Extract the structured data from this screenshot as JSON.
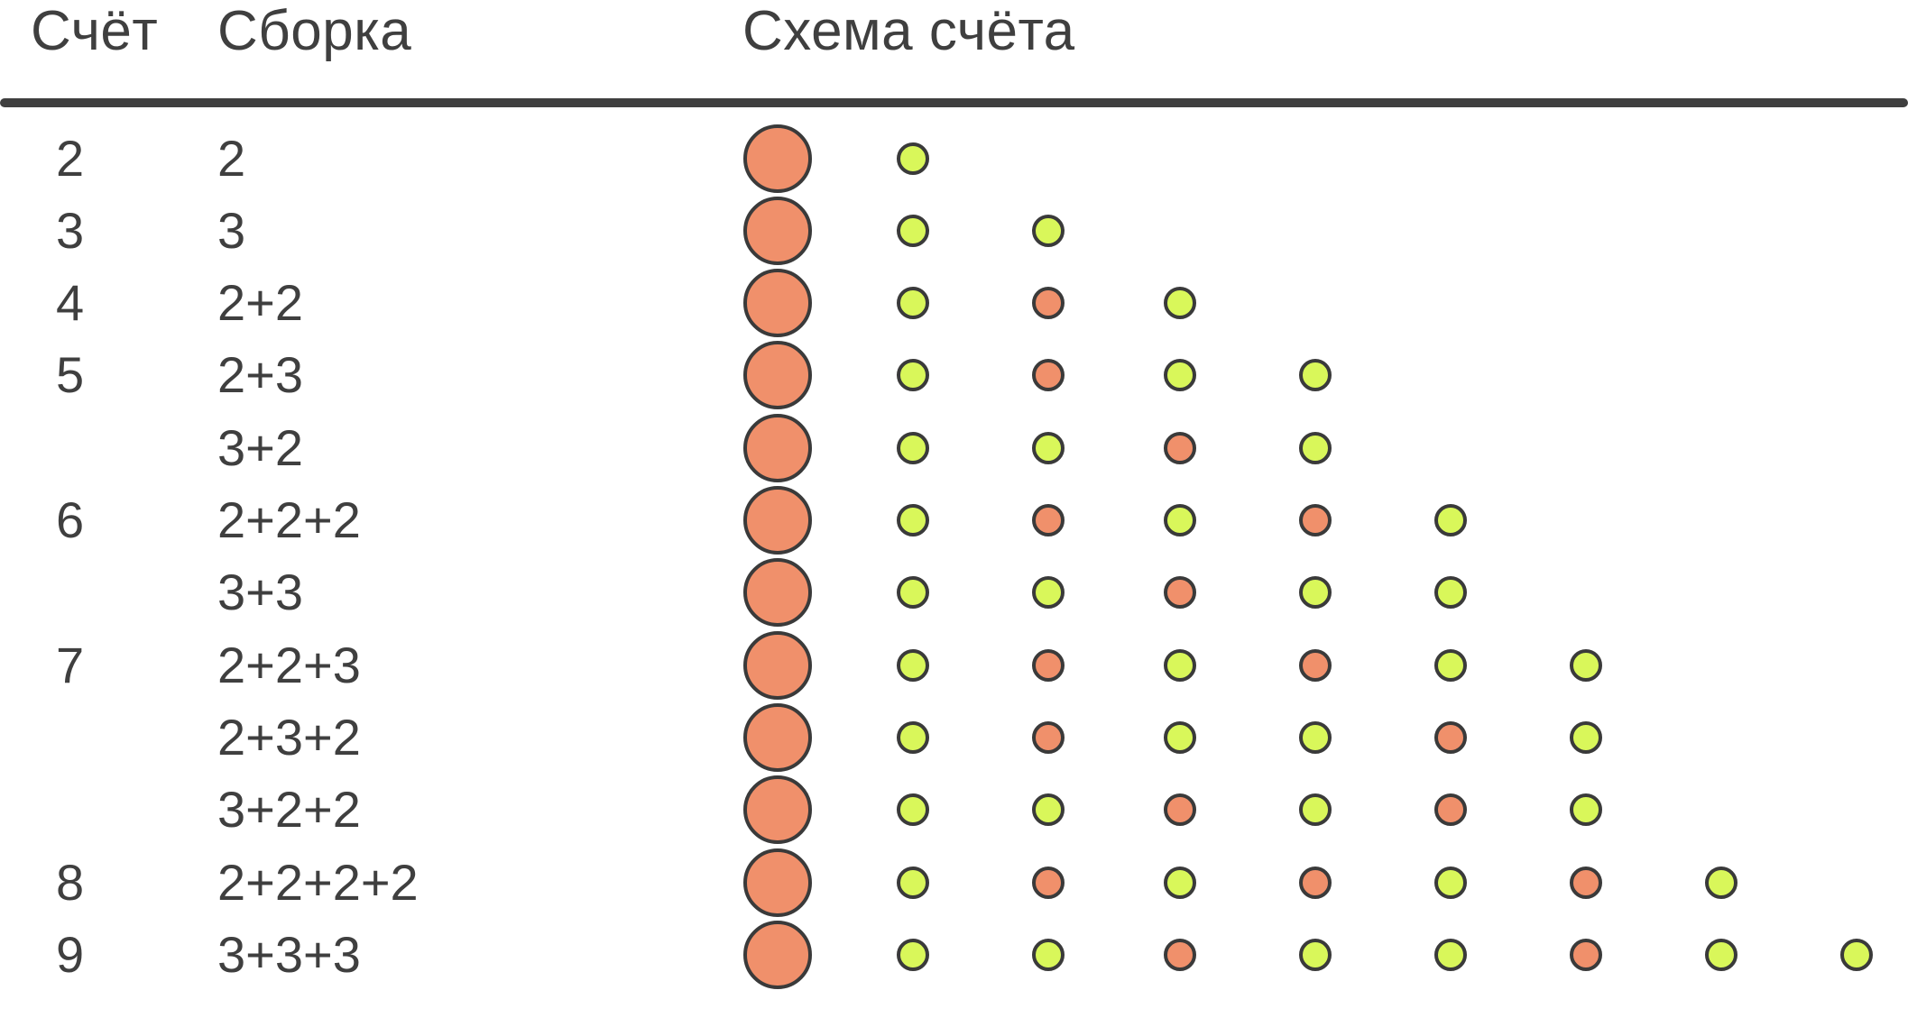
{
  "header": {
    "count_label": "Счёт",
    "build_label": "Сборка",
    "scheme_label": "Схема счёта"
  },
  "colors": {
    "accent": "#f0906b",
    "light": "#d9f75a",
    "stroke": "#3a3a3a",
    "text": "#3f3f3f"
  },
  "rows": [
    {
      "count": "2",
      "build": "2",
      "scheme": [
        "A",
        "L"
      ]
    },
    {
      "count": "3",
      "build": "3",
      "scheme": [
        "A",
        "L",
        "L"
      ]
    },
    {
      "count": "4",
      "build": "2+2",
      "scheme": [
        "A",
        "L",
        "A",
        "L"
      ]
    },
    {
      "count": "5",
      "build": "2+3",
      "scheme": [
        "A",
        "L",
        "A",
        "L",
        "L"
      ]
    },
    {
      "count": "",
      "build": "3+2",
      "scheme": [
        "A",
        "L",
        "L",
        "A",
        "L"
      ]
    },
    {
      "count": "6",
      "build": "2+2+2",
      "scheme": [
        "A",
        "L",
        "A",
        "L",
        "A",
        "L"
      ]
    },
    {
      "count": "",
      "build": "3+3",
      "scheme": [
        "A",
        "L",
        "L",
        "A",
        "L",
        "L"
      ]
    },
    {
      "count": "7",
      "build": "2+2+3",
      "scheme": [
        "A",
        "L",
        "A",
        "L",
        "A",
        "L",
        "L"
      ]
    },
    {
      "count": "",
      "build": "2+3+2",
      "scheme": [
        "A",
        "L",
        "A",
        "L",
        "L",
        "A",
        "L"
      ]
    },
    {
      "count": "",
      "build": "3+2+2",
      "scheme": [
        "A",
        "L",
        "L",
        "A",
        "L",
        "A",
        "L"
      ]
    },
    {
      "count": "8",
      "build": "2+2+2+2",
      "scheme": [
        "A",
        "L",
        "A",
        "L",
        "A",
        "L",
        "A",
        "L"
      ]
    },
    {
      "count": "9",
      "build": "3+3+3",
      "scheme": [
        "A",
        "L",
        "L",
        "A",
        "L",
        "L",
        "A",
        "L",
        "L"
      ]
    }
  ]
}
